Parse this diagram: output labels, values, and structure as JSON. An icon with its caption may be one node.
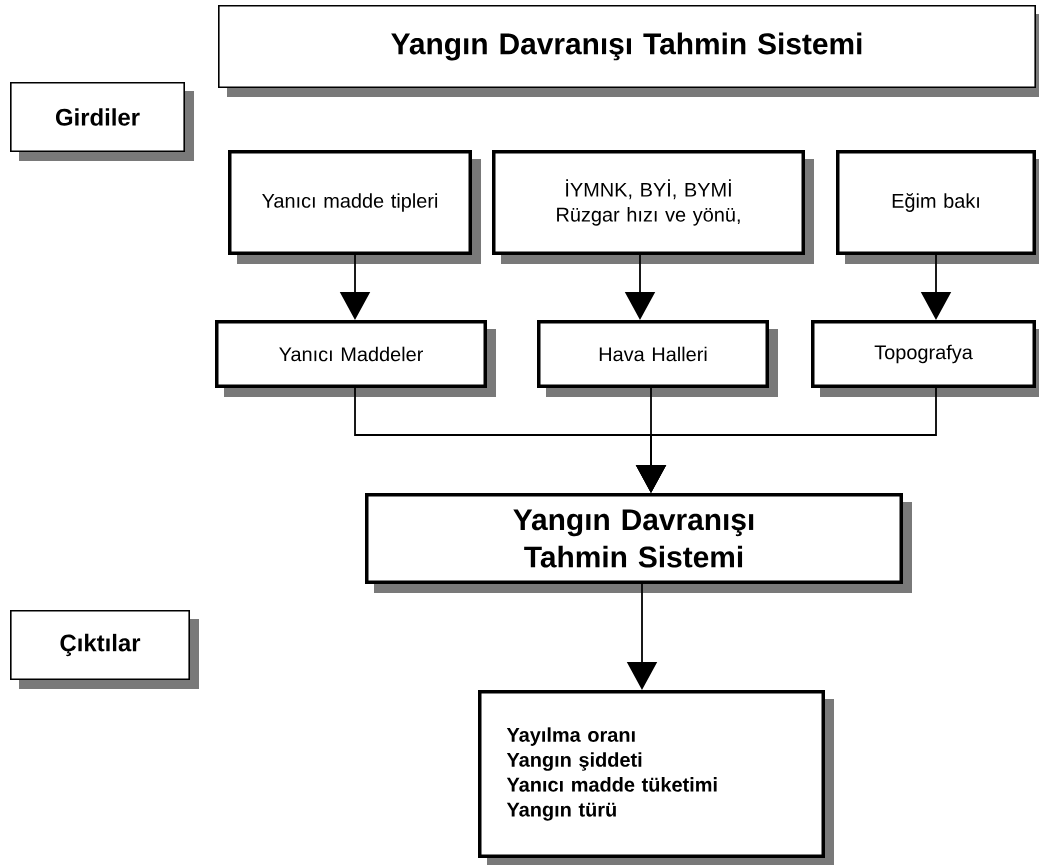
{
  "diagram": {
    "nodes": [
      {
        "text": [
          "Yangın Davranışı Tahmin Sistemi"
        ]
      },
      {
        "text": [
          "Girdiler"
        ]
      },
      {
        "text": [
          "Yanıcı madde tipleri"
        ]
      },
      {
        "text": [
          "İYMNK, BYİ, BYMİ Rüzgar hızı ve yönü,"
        ]
      },
      {
        "text": [
          "Eğim bakı"
        ]
      },
      {
        "text": [
          "Yanıcı Maddeler"
        ]
      },
      {
        "text": [
          "Hava Halleri"
        ]
      },
      {
        "text": [
          "Topografya"
        ]
      },
      {
        "text": [
          "Yangın Davranışı Tahmin Sistemi"
        ]
      },
      {
        "text": [
          "Çıktılar"
        ]
      },
      {
        "text": [
          "Yayılma oranı",
          "Yangın şiddeti",
          "Yanıcı madde tüketimi",
          "Yangın türü"
        ]
      }
    ],
    "edges": [
      {
        "from": 2,
        "to": 5,
        "arrow": "to"
      },
      {
        "from": 3,
        "to": 6,
        "arrow": "to"
      },
      {
        "from": 4,
        "to": 7,
        "arrow": "to"
      },
      {
        "from": 5,
        "to": 8,
        "arrow": "to"
      },
      {
        "from": 6,
        "to": 8,
        "arrow": "to"
      },
      {
        "from": 7,
        "to": 8,
        "arrow": "to"
      },
      {
        "from": 8,
        "to": 10,
        "arrow": "to"
      }
    ]
  }
}
